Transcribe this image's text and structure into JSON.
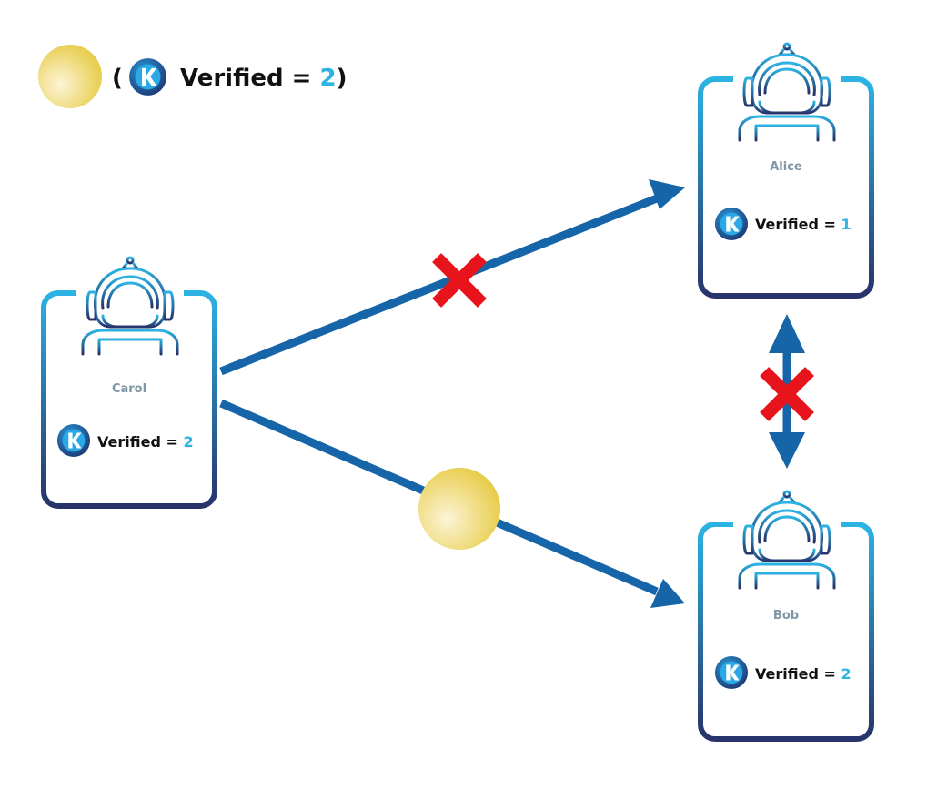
{
  "legend": {
    "open_paren": "(",
    "verified_label": "Verified = ",
    "verified_value": "2",
    "close_paren": ")",
    "token_badge": "K",
    "coin_icon": "gold-coin-icon"
  },
  "cards": {
    "alice": {
      "name": "Alice",
      "verified_label": "Verified = ",
      "verified_value": "1",
      "badge": "K",
      "avatar_icon": "astronaut-icon"
    },
    "carol": {
      "name": "Carol",
      "verified_label": "Verified = ",
      "verified_value": "2",
      "badge": "K",
      "avatar_icon": "astronaut-icon"
    },
    "bob": {
      "name": "Bob",
      "verified_label": "Verified = ",
      "verified_value": "2",
      "badge": "K",
      "avatar_icon": "astronaut-icon"
    }
  },
  "connections": [
    {
      "from": "Carol",
      "to": "Alice",
      "status": "blocked",
      "marker": "red-x-icon"
    },
    {
      "from": "Carol",
      "to": "Bob",
      "status": "transfer",
      "marker": "gold-coin-icon"
    },
    {
      "from": "Alice",
      "to": "Bob",
      "status": "blocked",
      "direction": "bidirectional",
      "marker": "red-x-icon"
    }
  ],
  "colors": {
    "arrow": "#1565a8",
    "card_top": "#2bb3e3",
    "card_bottom": "#28336b",
    "name_text": "#7f96a6",
    "verified_text": "#111111",
    "value_text": "#2bb3e3",
    "cross": "#e8141b",
    "coin": "#ecd15a"
  }
}
